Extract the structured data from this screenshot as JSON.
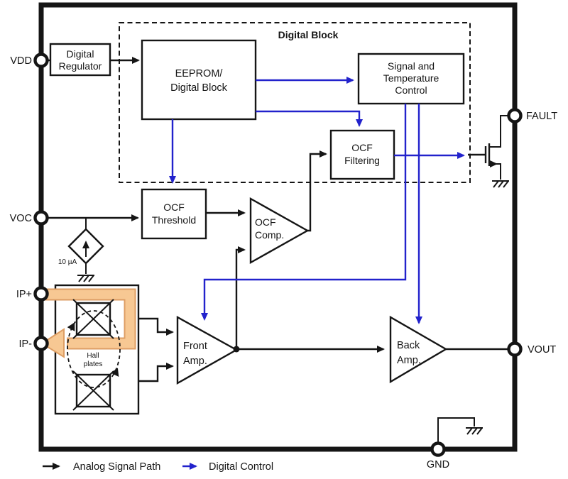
{
  "colors": {
    "ink": "#151515",
    "digital_blue": "#2222cc",
    "current_path_fill": "#f7c893",
    "current_path_edge": "#de9e64"
  },
  "pins": {
    "vdd": "VDD",
    "voc": "VOC",
    "ip_plus": "IP+",
    "ip_minus": "IP-",
    "fault": "FAULT",
    "vout": "VOUT",
    "gnd": "GND"
  },
  "blocks": {
    "digital_block_label": "Digital Block",
    "digital_regulator": {
      "line1": "Digital",
      "line2": "Regulator"
    },
    "eeprom": {
      "line1": "EEPROM/",
      "line2": "Digital Block"
    },
    "signal_temp": {
      "line1": "Signal and",
      "line2": "Temperature",
      "line3": "Control"
    },
    "ocf_filtering": {
      "line1": "OCF",
      "line2": "Filtering"
    },
    "ocf_threshold": {
      "line1": "OCF",
      "line2": "Threshold"
    },
    "ocf_comp": {
      "line1": "OCF",
      "line2": "Comp."
    },
    "front_amp": {
      "line1": "Front",
      "line2": "Amp."
    },
    "back_amp": {
      "line1": "Back",
      "line2": "Amp."
    }
  },
  "annotations": {
    "current_source": "10 µA",
    "hall_line1": "Hall",
    "hall_line2": "plates"
  },
  "legend": {
    "analog": "Analog Signal Path",
    "digital": "Digital Control"
  }
}
